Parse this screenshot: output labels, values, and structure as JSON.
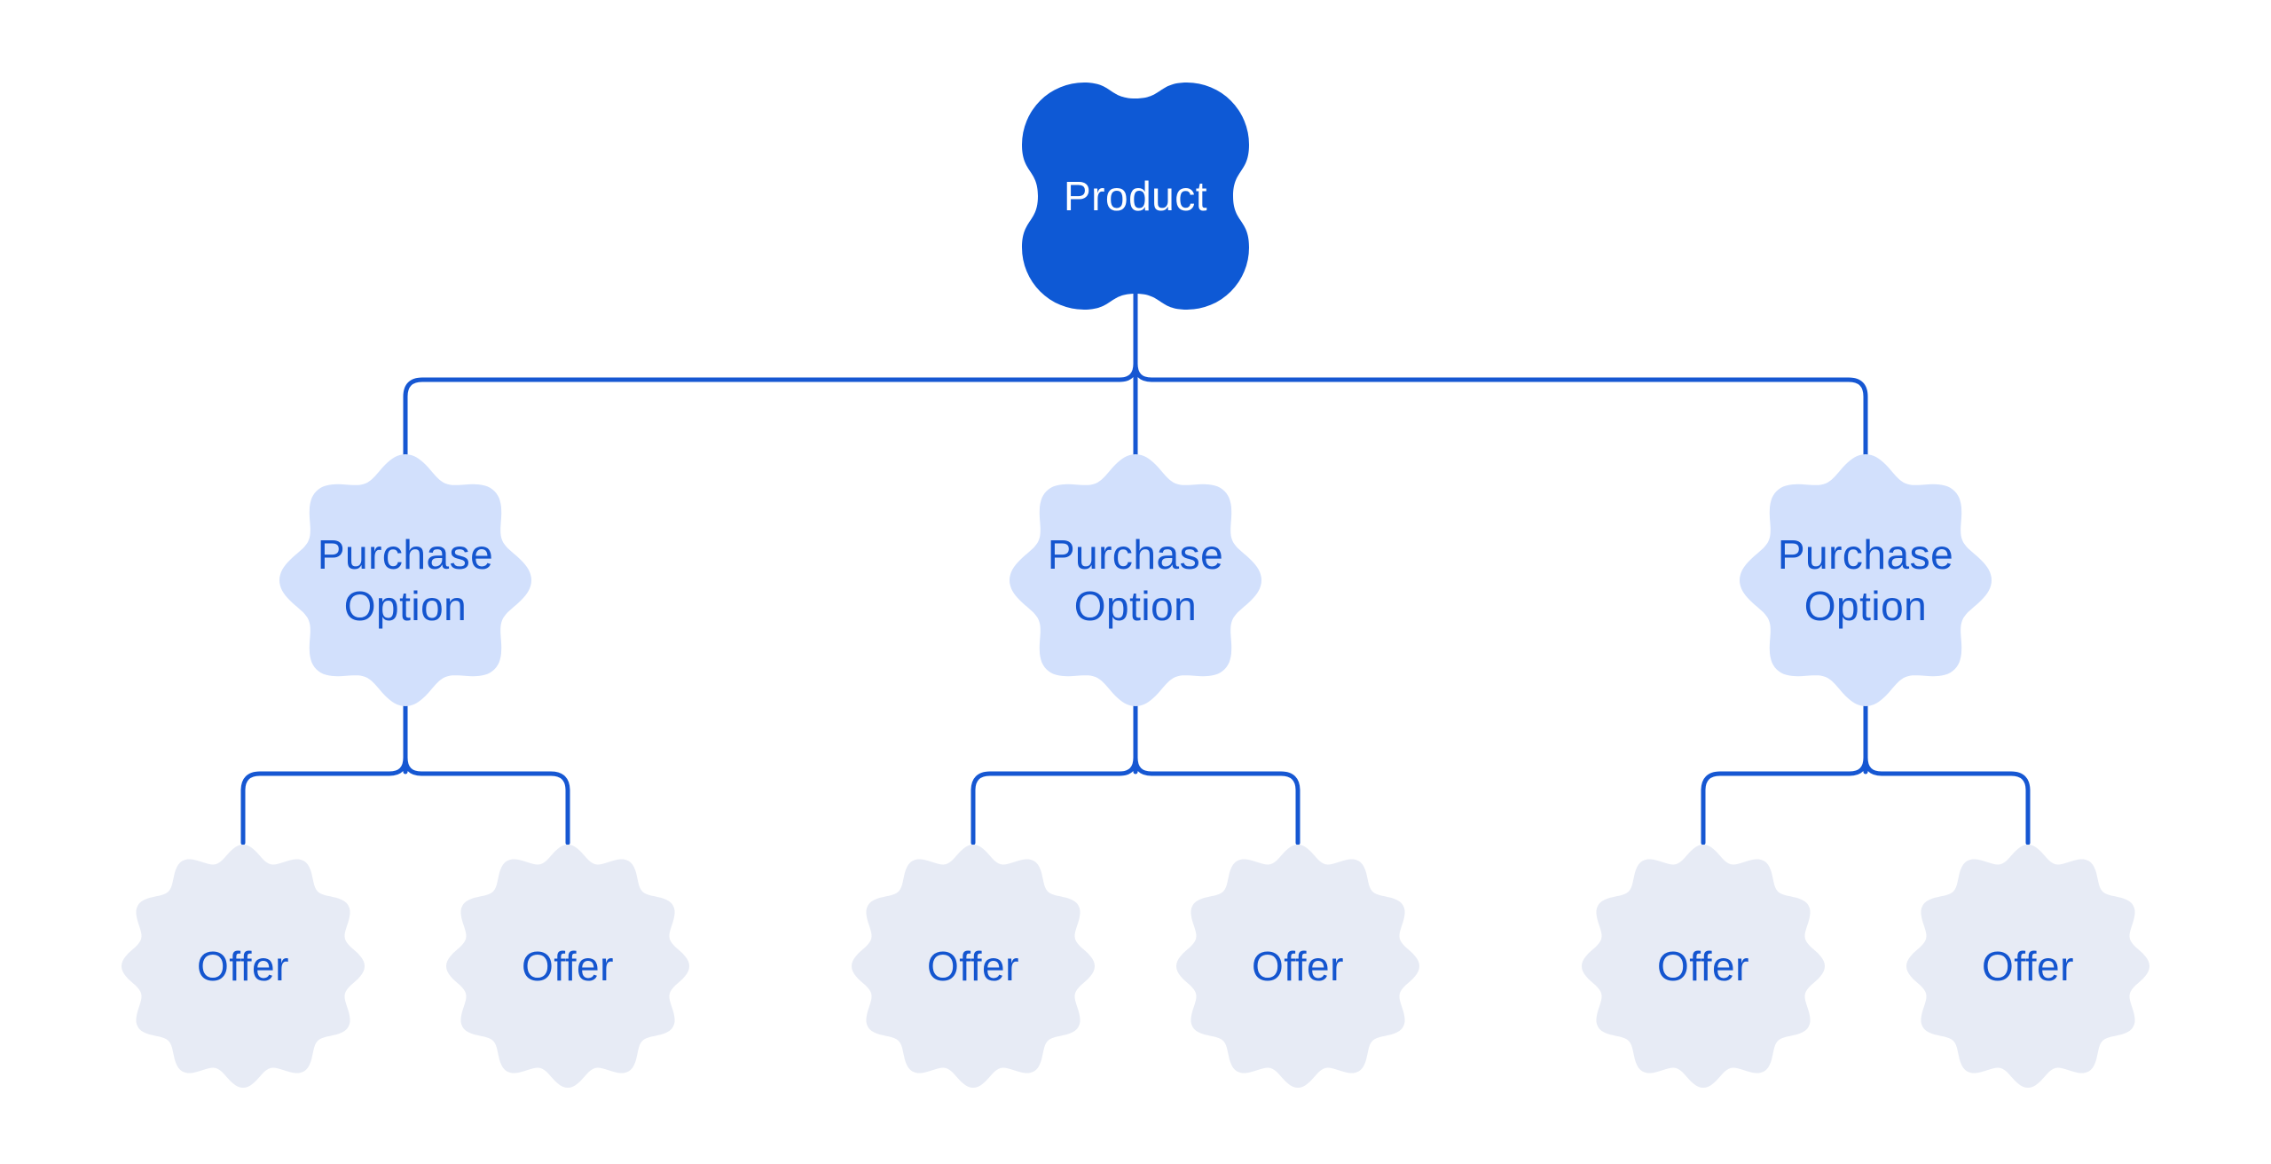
{
  "diagram": {
    "description": "Product purchase-option offer tree",
    "nodes": {
      "root": {
        "label": "Product"
      },
      "purchase_options": [
        {
          "label": "Purchase Option",
          "offers": [
            {
              "label": "Offer"
            },
            {
              "label": "Offer"
            }
          ]
        },
        {
          "label": "Purchase Option",
          "offers": [
            {
              "label": "Offer"
            },
            {
              "label": "Offer"
            }
          ]
        },
        {
          "label": "Purchase Option",
          "offers": [
            {
              "label": "Offer"
            },
            {
              "label": "Offer"
            }
          ]
        }
      ]
    },
    "colors": {
      "background": "#ffffff",
      "product_fill": "#0e59d5",
      "product_text": "#ffffff",
      "purchase_fill": "#d2e0fc",
      "purchase_text": "#1455cf",
      "offer_fill": "#e7ebf5",
      "offer_text": "#1455cf",
      "connector": "#1657d2"
    }
  }
}
